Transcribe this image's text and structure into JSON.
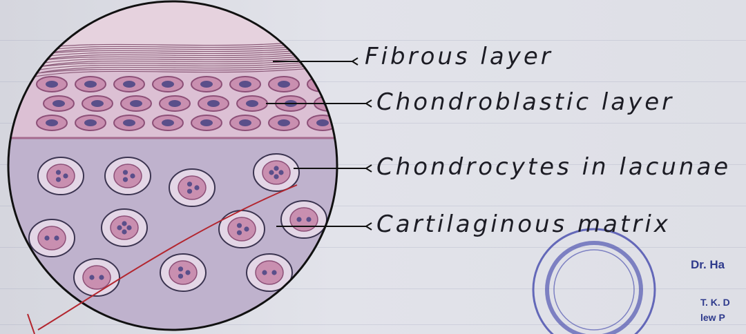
{
  "labels": {
    "fibrous": "Fibrous layer",
    "chondroblastic": "Chondroblastic layer",
    "chondrocytes": "Chondrocytes in lacunae",
    "matrix": "Cartilaginous matrix"
  },
  "stamp": {
    "name": "Dr. Ha",
    "line1": "T. K. D",
    "line2": "lew P"
  },
  "colors": {
    "cell_pink": "#c98fb0",
    "nucleus": "#5a4f8a",
    "matrix": "#b9a9c8",
    "stamp": "#3a3fa8",
    "tick": "#b3262f"
  }
}
